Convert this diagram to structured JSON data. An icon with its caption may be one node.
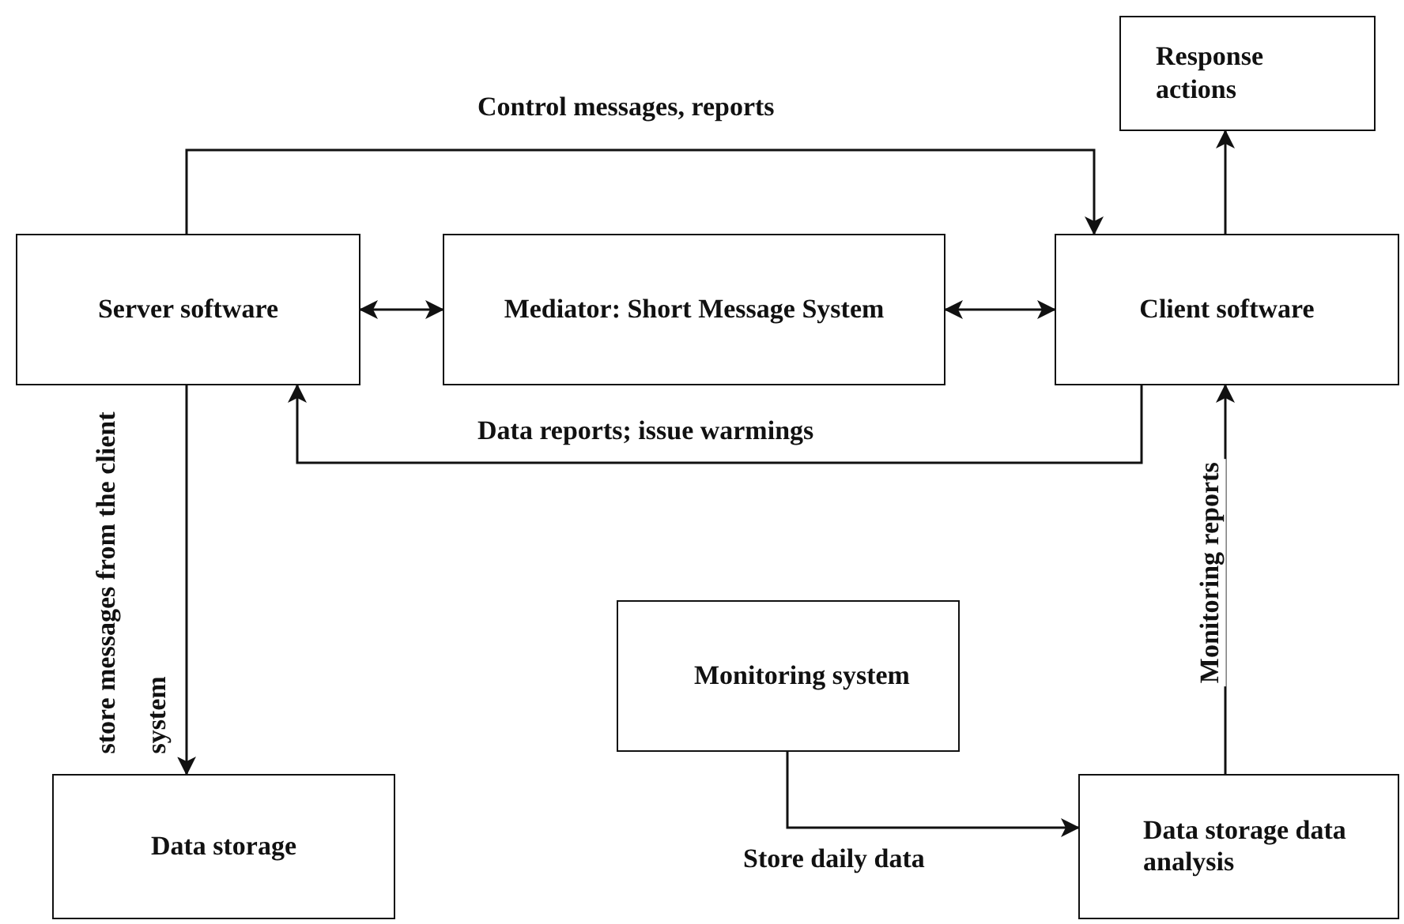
{
  "diagram": {
    "nodes": [
      {
        "text": [
          "Response actions"
        ]
      },
      {
        "text": [
          "Server software"
        ]
      },
      {
        "text": [
          "Mediator: Short Message System"
        ]
      },
      {
        "text": [
          "Client software"
        ]
      },
      {
        "text": [
          "Monitoring system"
        ]
      },
      {
        "text": [
          "Data storage"
        ]
      },
      {
        "text": [
          "Data storage data analysis"
        ]
      }
    ],
    "edges": [
      {
        "from": 1,
        "to": 3,
        "arrow": "to",
        "label": "Control messages, reports"
      },
      {
        "from": 1,
        "to": 2,
        "arrow": "both"
      },
      {
        "from": 2,
        "to": 3,
        "arrow": "both"
      },
      {
        "from": 3,
        "to": 0,
        "arrow": "to"
      },
      {
        "from": 3,
        "to": 1,
        "arrow": "to",
        "label": "Data reports; issue warmings"
      },
      {
        "from": 1,
        "to": 5,
        "arrow": "to",
        "label": "store messages from the client system"
      },
      {
        "from": 4,
        "to": 6,
        "arrow": "to",
        "label": "Store daily data"
      },
      {
        "from": 6,
        "to": 3,
        "arrow": "to",
        "label": "Monitoring reports"
      }
    ]
  }
}
